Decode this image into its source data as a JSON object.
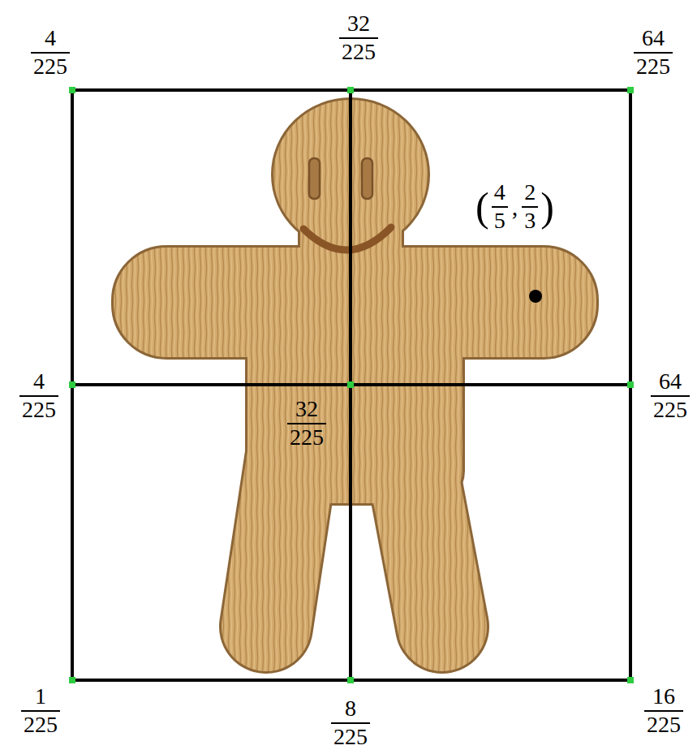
{
  "diagram": {
    "labels": [
      "4",
      "225",
      "32",
      "225",
      "64",
      "225",
      "(",
      "4",
      "5",
      ",",
      "2",
      "3",
      ")",
      "4",
      "225",
      "32",
      "225",
      "64",
      "225",
      "1",
      "225",
      "8",
      "225",
      "16",
      "225"
    ]
  }
}
